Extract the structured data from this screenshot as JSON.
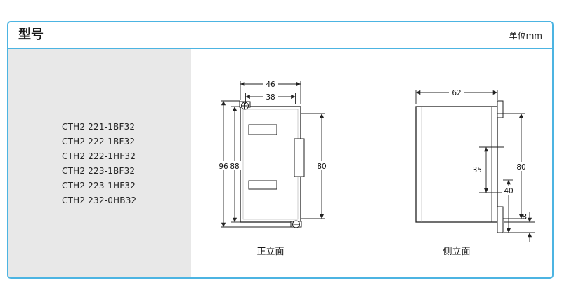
{
  "header": {
    "title": "型号",
    "unit": "单位mm"
  },
  "models": [
    "CTH2 221-1BF32",
    "CTH2 222-1BF32",
    "CTH2 222-1HF32",
    "CTH2 223-1BF32",
    "CTH2 223-1HF32",
    "CTH2 232-0HB32"
  ],
  "front_view": {
    "caption": "正立面",
    "dims": {
      "outer_width": "46",
      "inner_width": "38",
      "outer_height": "96",
      "body_height": "88",
      "right_height": "80"
    }
  },
  "side_view": {
    "caption": "侧立面",
    "dims": {
      "depth": "62",
      "clip_dim": "35",
      "lower_dim": "40",
      "right_height": "80",
      "clip_offset": "8"
    }
  },
  "colors": {
    "frame_border": "#4cb4e2",
    "panel_bg": "#e8e8e8",
    "drawing_line": "#222222",
    "text": "#1a1a1a"
  }
}
